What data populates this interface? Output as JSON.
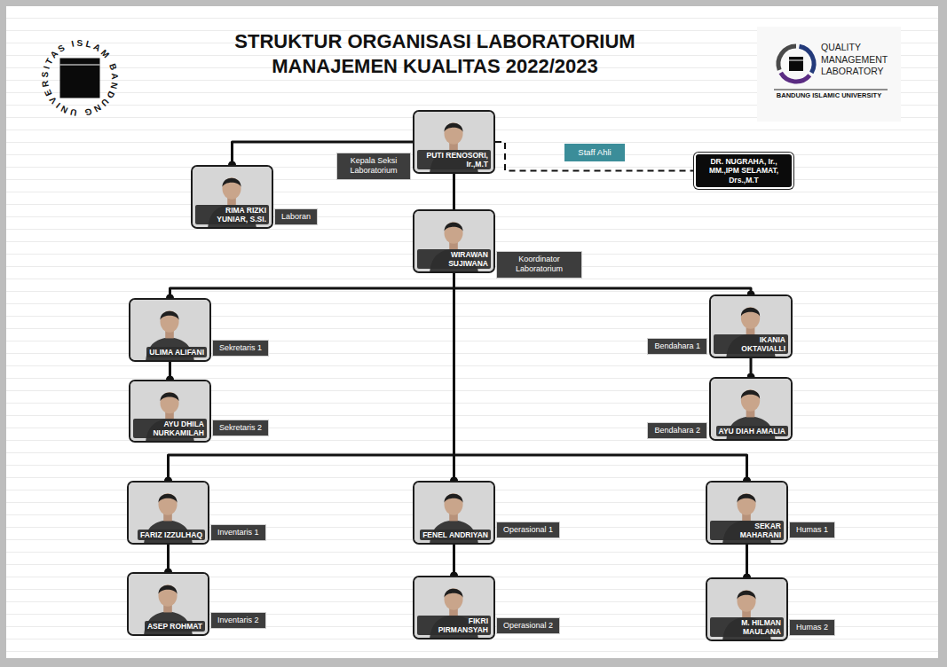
{
  "diagram": {
    "title": "STRUKTUR ORGANISASI LABORATORIUM MANAJEMEN KUALITAS 2022/2023",
    "nodes": [
      {
        "text": [
          "PUTI RENOSORI, Ir.,M.T",
          "Kepala Seksi Laboratorium"
        ]
      },
      {
        "text": [
          "DR. NUGRAHA, Ir., MM.,IPM SELAMAT, Drs.,M.T"
        ]
      },
      {
        "text": [
          "RIMA RIZKI YUNIAR, S.SI.",
          "Laboran"
        ]
      },
      {
        "text": [
          "WIRAWAN SUJIWANA",
          "Koordinator Laboratorium"
        ]
      },
      {
        "text": [
          "ULIMA ALIFANI",
          "Sekretaris 1"
        ]
      },
      {
        "text": [
          "IKANIA OKTAVIALLI",
          "Bendahara 1"
        ]
      },
      {
        "text": [
          "AYU DHILA NURKAMILAH",
          "Sekretaris 2"
        ]
      },
      {
        "text": [
          "AYU DIAH AMALIA",
          "Bendahara 2"
        ]
      },
      {
        "text": [
          "FARIZ IZZULHAQ",
          "Inventaris 1"
        ]
      },
      {
        "text": [
          "FENEL ANDRIYAN",
          "Operasional 1"
        ]
      },
      {
        "text": [
          "SEKAR MAHARANI",
          "Humas 1"
        ]
      },
      {
        "text": [
          "ASEP ROHMAT",
          "Inventaris 2"
        ]
      },
      {
        "text": [
          "FIKRI PIRMANSYAH",
          "Operasional 2"
        ]
      },
      {
        "text": [
          "M. HILMAN MAULANA",
          "Humas 2"
        ]
      }
    ],
    "edges": [
      {
        "from": 0,
        "to": 2,
        "arrow": "to"
      },
      {
        "from": 0,
        "to": 1,
        "label": "Staff Ahli",
        "arrow": "none"
      },
      {
        "from": 0,
        "to": 3,
        "arrow": "none"
      },
      {
        "from": 3,
        "to": 4,
        "arrow": "to"
      },
      {
        "from": 3,
        "to": 5,
        "arrow": "to"
      },
      {
        "from": 4,
        "to": 6,
        "arrow": "to"
      },
      {
        "from": 5,
        "to": 7,
        "arrow": "to"
      },
      {
        "from": 3,
        "to": 8,
        "arrow": "to"
      },
      {
        "from": 3,
        "to": 9,
        "arrow": "to"
      },
      {
        "from": 3,
        "to": 10,
        "arrow": "to"
      },
      {
        "from": 8,
        "to": 11,
        "arrow": "to"
      },
      {
        "from": 9,
        "to": 12,
        "arrow": "to"
      },
      {
        "from": 10,
        "to": 13,
        "arrow": "to"
      }
    ],
    "labels": [
      "UNIVERSITAS ISLAM BANDUNG",
      "QUALITY MANAGEMENT LABORATORY",
      "BANDUNG ISLAMIC UNIVERSITY"
    ]
  }
}
